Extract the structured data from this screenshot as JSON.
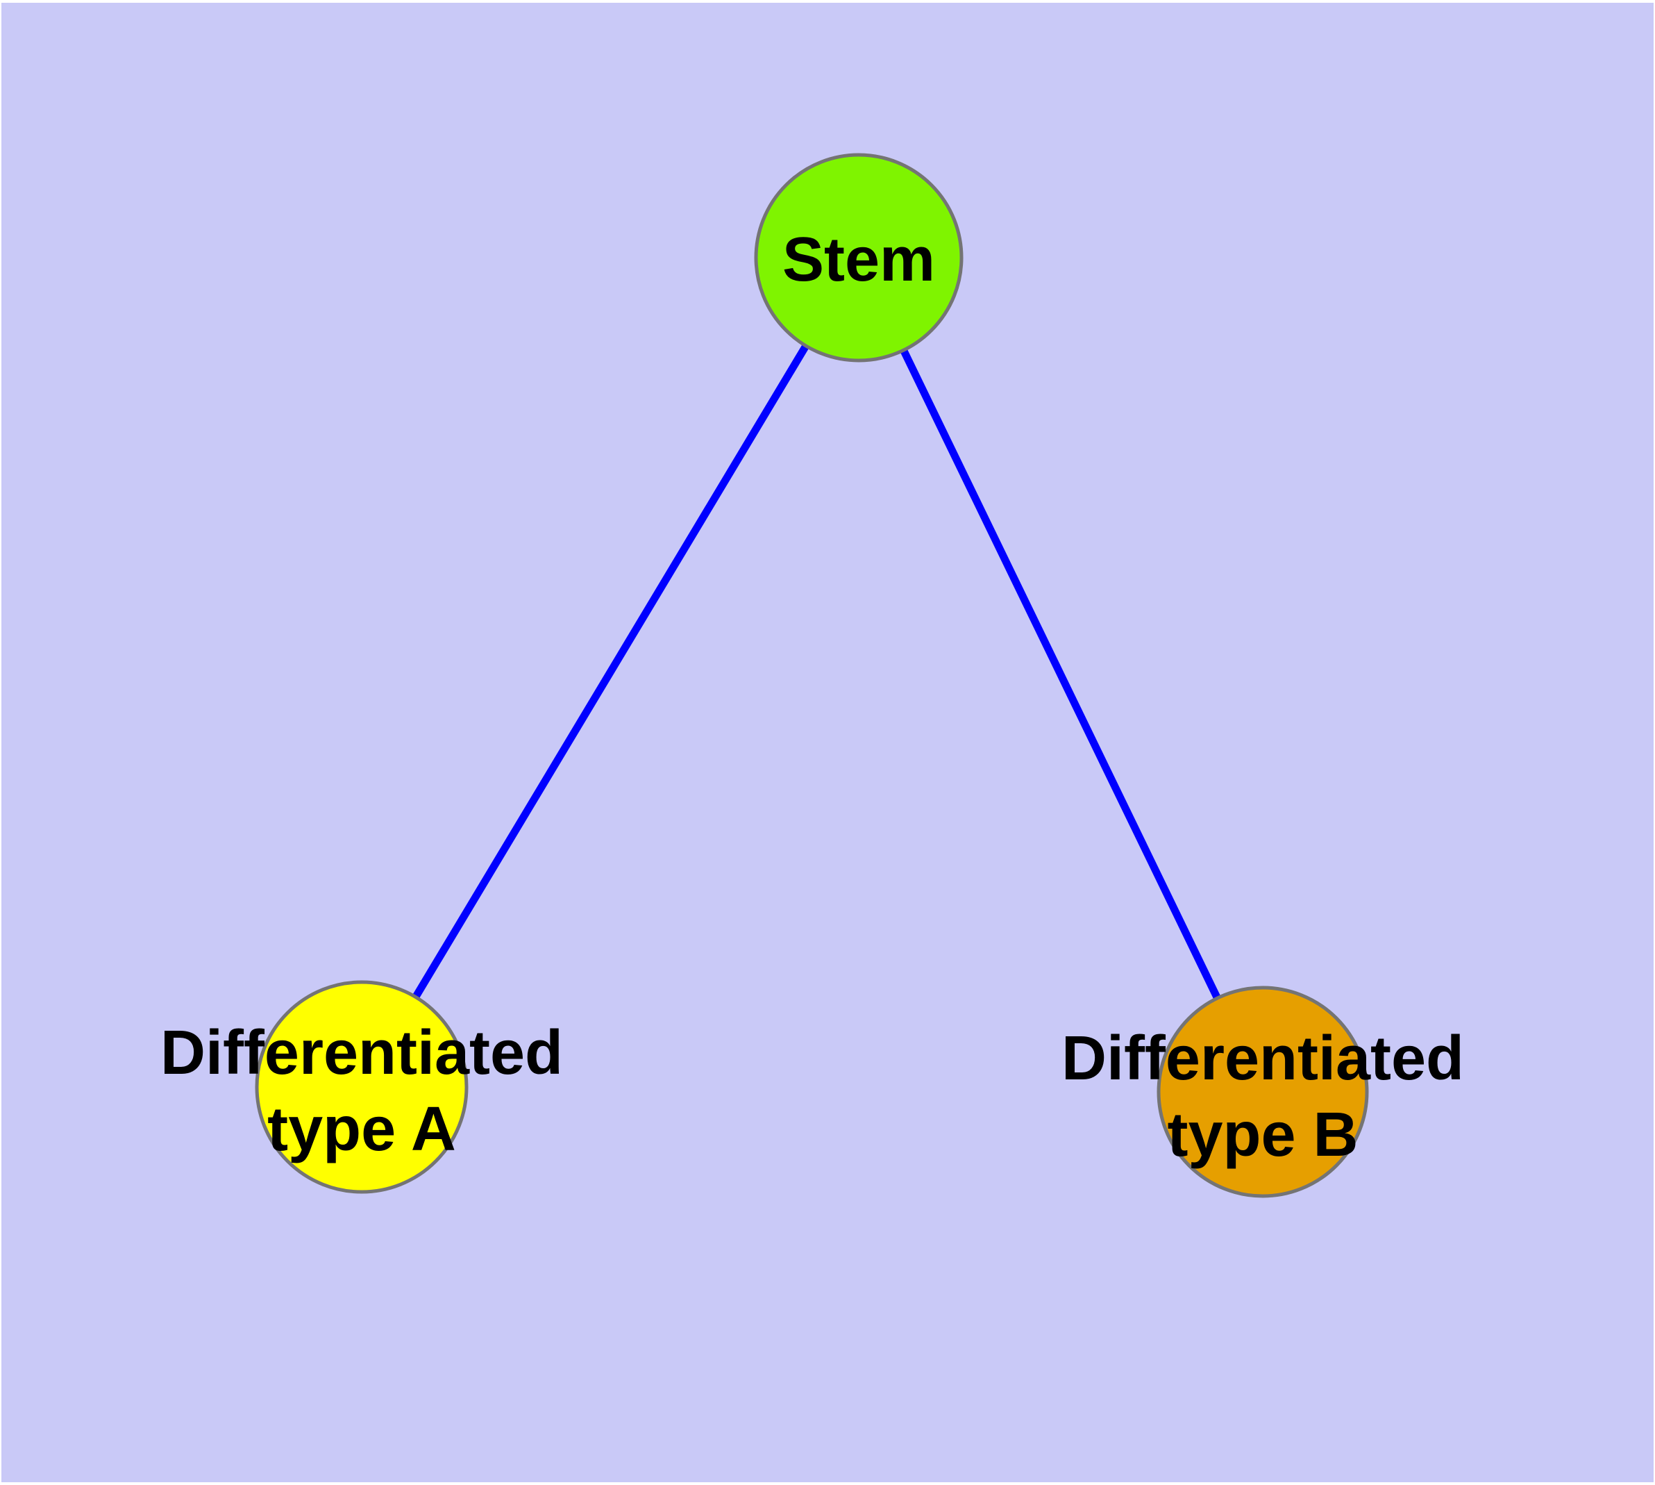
{
  "canvas": {
    "background_color": "#C9C9F7",
    "frame_color": "#FFFFFF"
  },
  "diagram": {
    "type": "graph",
    "edge_color": "#0000FF",
    "node_border_color": "#747474",
    "label_color": "#000000",
    "nodes": [
      {
        "id": "stem",
        "label": "Stem",
        "fill": "#7FF400"
      },
      {
        "id": "differentiated-type-a",
        "label_line1": "Differentiated",
        "label_line2": "type A",
        "fill": "#FFFF00"
      },
      {
        "id": "differentiated-type-b",
        "label_line1": "Differentiated",
        "label_line2": "type B",
        "fill": "#E69F00"
      }
    ],
    "edges": [
      {
        "from": "stem",
        "to": "differentiated-type-a"
      },
      {
        "from": "stem",
        "to": "differentiated-type-b"
      }
    ]
  }
}
